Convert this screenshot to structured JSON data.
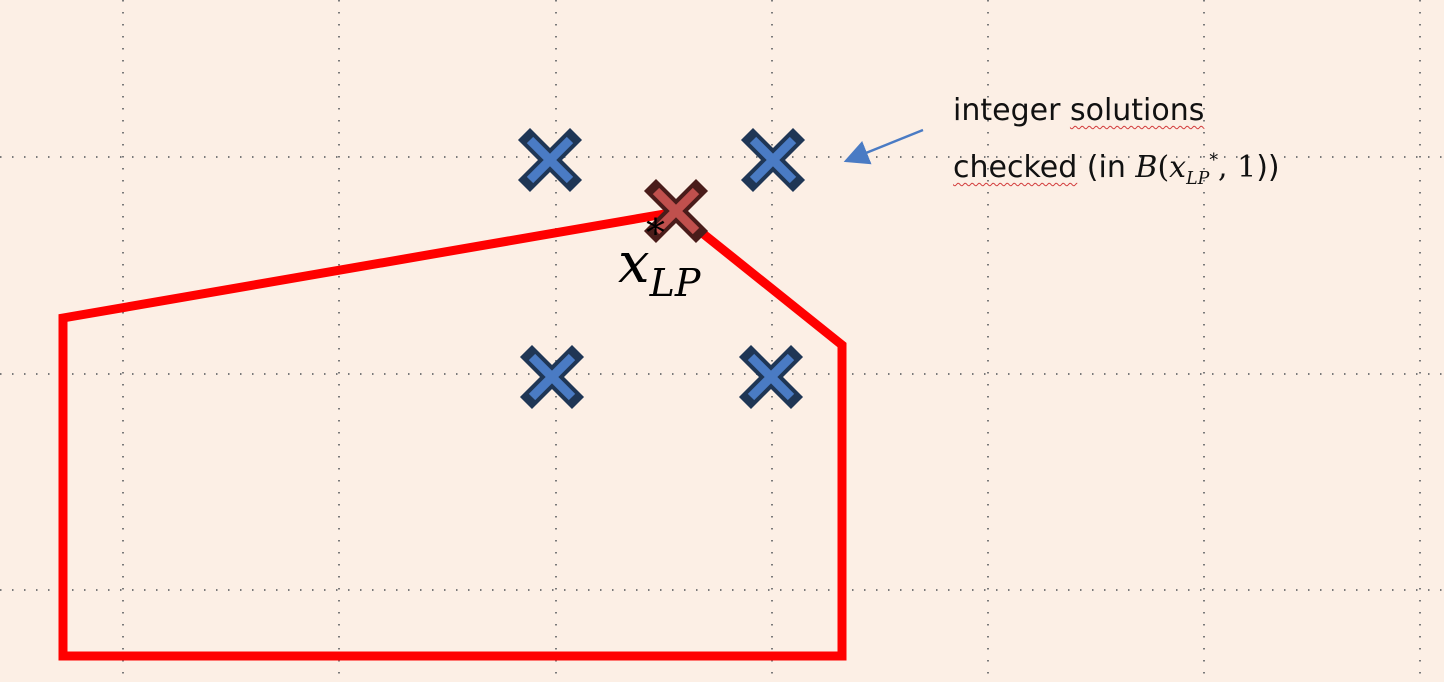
{
  "annotation": {
    "line1_word1": "integer",
    "line1_word2": "solutions",
    "line2_word1": "checked",
    "line2_paren": " (in ",
    "ball_symbol": "B",
    "ball_open": "(",
    "var_symbol": "x",
    "var_sub": "LP",
    "var_sup": "*",
    "ball_args_rest": ", 1",
    "ball_close": "))"
  },
  "lp_label": {
    "symbol": "x",
    "sub": "LP",
    "sup": "*"
  },
  "colors": {
    "background": "#fcefe5",
    "region_outline": "#ff0000",
    "integer_marker_fill": "#4a7bc4",
    "integer_marker_outline": "#1f3655",
    "lp_marker_fill": "#c0504d",
    "lp_marker_outline": "#4a1c1a",
    "arrow": "#4a7bc4",
    "grid_dots": "#7a7a7a"
  },
  "icons": {
    "integer_marker": "x-mark-icon",
    "lp_marker": "x-mark-icon"
  }
}
